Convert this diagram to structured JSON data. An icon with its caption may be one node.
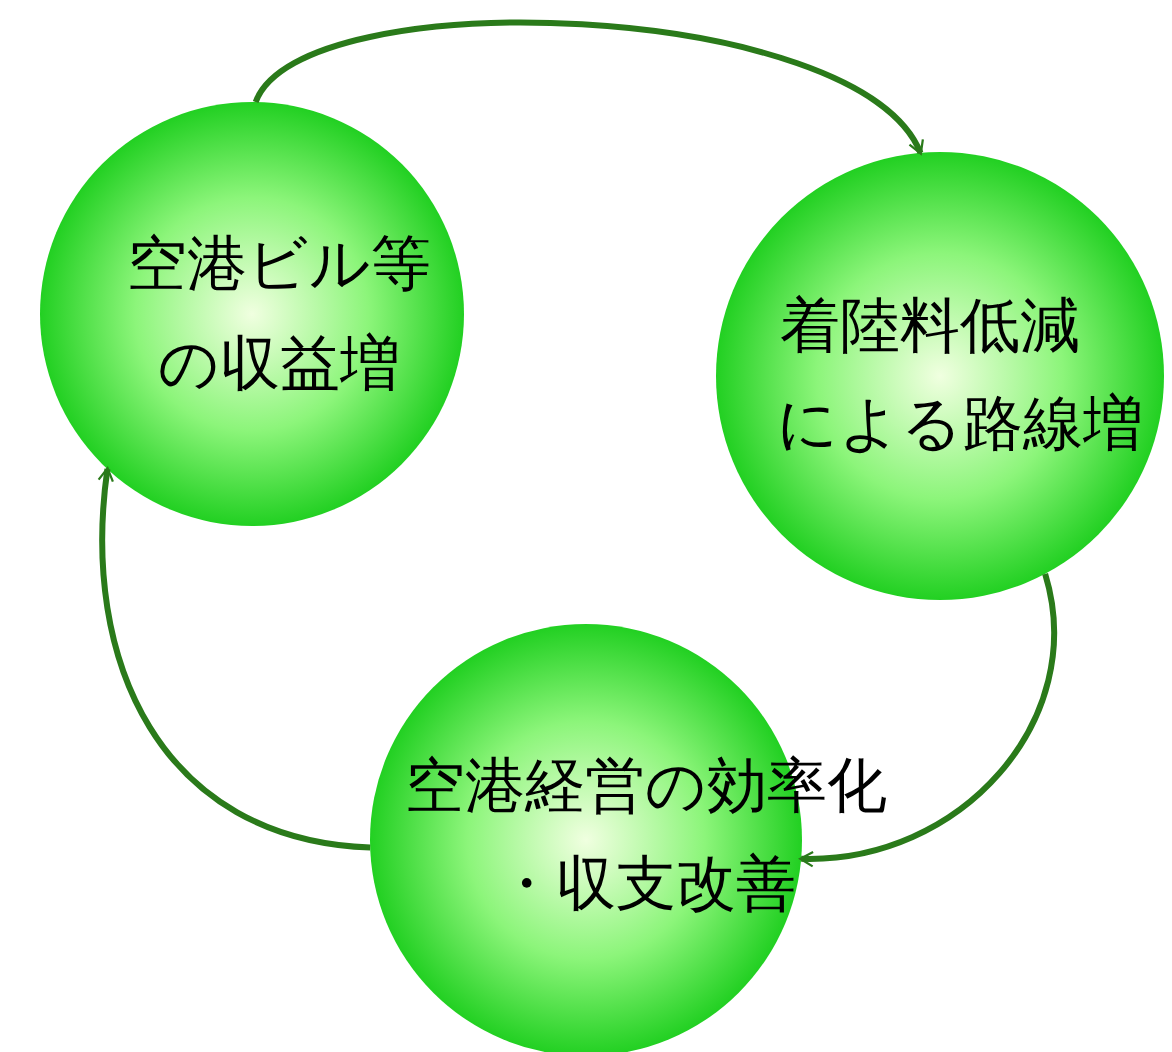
{
  "diagram": {
    "nodes": [
      {
        "text": [
          "空港ビル等の収益増"
        ]
      },
      {
        "text": [
          "着陸料低減による路線増"
        ]
      },
      {
        "text": [
          "空港経営の効率化・収支改善"
        ]
      }
    ],
    "edges": [
      {
        "from": 0,
        "to": 1,
        "arrow": "to"
      },
      {
        "from": 1,
        "to": 2,
        "arrow": "to"
      },
      {
        "from": 2,
        "to": 0,
        "arrow": "to"
      }
    ]
  }
}
